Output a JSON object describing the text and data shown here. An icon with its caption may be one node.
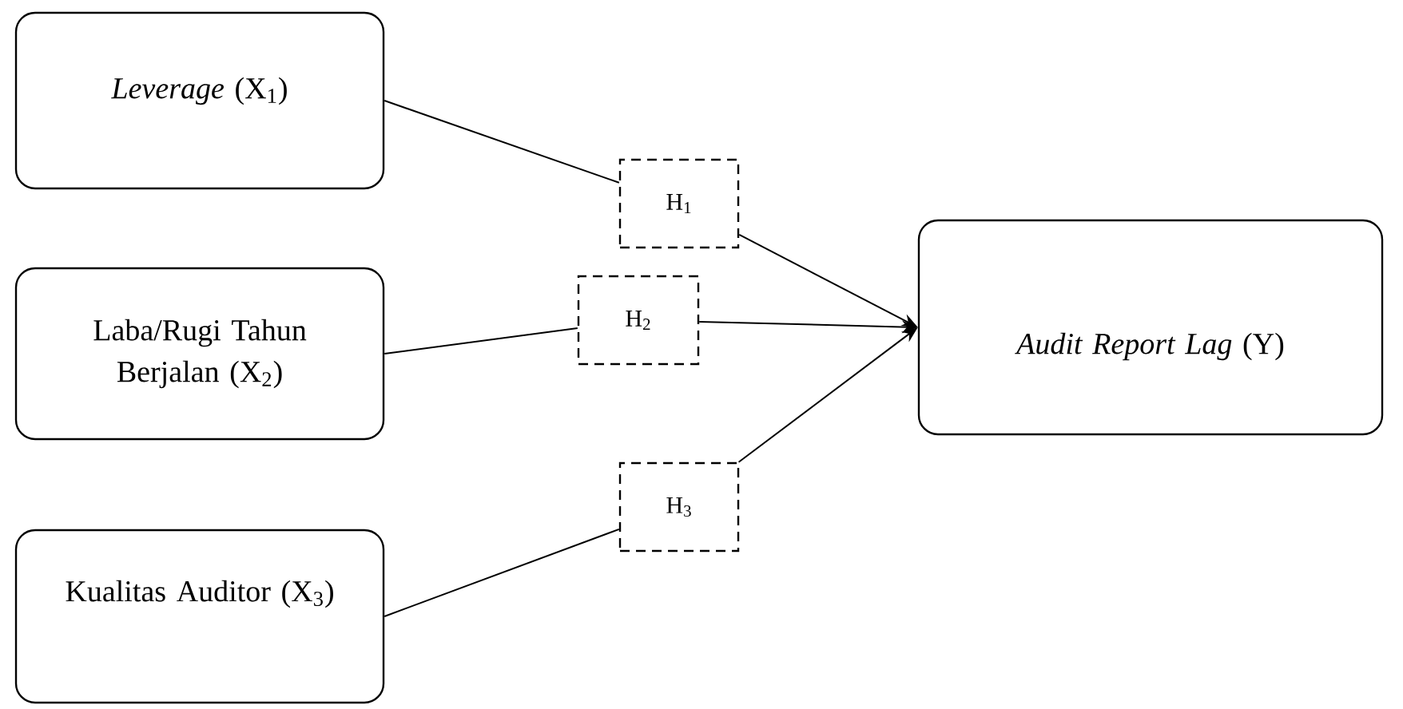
{
  "diagram": {
    "nodes": [
      {
        "text": [
          "*Leverage* (X$_{1}$)"
        ]
      },
      {
        "text": [
          "Laba/Rugi Tahun Berjalan (X$_{2}$)"
        ]
      },
      {
        "text": [
          "Kualitas Auditor (X$_{3}$)"
        ]
      },
      {
        "text": [
          "*Audit Report Lag* (Y)"
        ]
      },
      {
        "text": [
          "H$_{1}$"
        ]
      },
      {
        "text": [
          "H$_{2}$"
        ]
      },
      {
        "text": [
          "H$_{3}$"
        ]
      }
    ],
    "edges": [
      {
        "from": 0,
        "to": 4,
        "arrow": "none"
      },
      {
        "from": 4,
        "to": 3,
        "arrow": "to"
      },
      {
        "from": 1,
        "to": 5,
        "arrow": "none"
      },
      {
        "from": 5,
        "to": 3,
        "arrow": "to"
      },
      {
        "from": 2,
        "to": 6,
        "arrow": "none"
      },
      {
        "from": 6,
        "to": 3,
        "arrow": "to"
      }
    ]
  }
}
